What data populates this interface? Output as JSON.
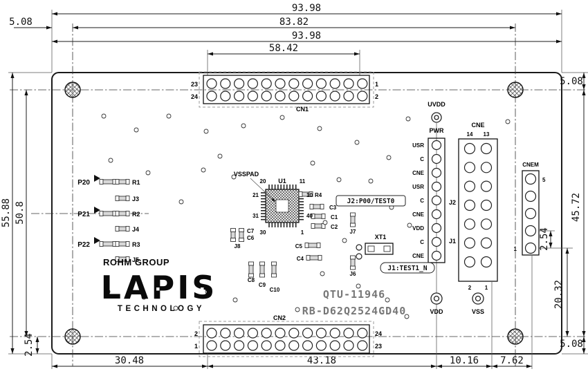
{
  "drawing": {
    "dims": {
      "top_full": "93.98",
      "top_holes": "83.82",
      "top_left_offset": "5.08",
      "top_full_2": "93.98",
      "cn1_span": "58.42",
      "left_board": "55.88",
      "left_holes": "50.8",
      "left_bottom": "2.54",
      "bottom_1": "30.48",
      "bottom_2": "43.18",
      "bottom_3": "10.16",
      "bottom_4": "7.62",
      "right_top": "5.08",
      "right_span": "45.72",
      "right_pitch": "2.54",
      "right_low": "20.32",
      "right_bottom": "5.08"
    },
    "cn1": {
      "label": "CN1",
      "pin_top_left": "23",
      "pin_bottom_left": "24",
      "pin_top_right": "1",
      "pin_bottom_right": "2"
    },
    "cn2": {
      "label": "CN2",
      "pin_top_left": "2",
      "pin_bottom_left": "1",
      "pin_top_right": "24",
      "pin_bottom_right": "23"
    },
    "jheader": {
      "uvdd": "UVDD",
      "pwr": "PWR",
      "j2": "J2",
      "j1": "J1",
      "pins": [
        "USR",
        "C",
        "CNE",
        "USR",
        "C",
        "CNE",
        "VDD",
        "C",
        "CNE"
      ],
      "j2_note": "J2:P00/TEST0",
      "j1_note": "J1:TEST1_N"
    },
    "cne": {
      "label": "CNE",
      "pin14": "14",
      "pin13": "13",
      "pin2": "2",
      "pin1": "1"
    },
    "cnem": {
      "label": "CNEM",
      "pin5": "5",
      "pin1": "1"
    },
    "power": {
      "vdd": "VDD",
      "vss": "VSS"
    },
    "chip": {
      "ref": "U1",
      "pad": "VSSPAD",
      "p20": "20",
      "p21": "21",
      "p11": "11",
      "p10": "10",
      "p31": "31",
      "p40": "40",
      "p30": "30",
      "p1": "1"
    },
    "parts": {
      "p20": "P20",
      "p21": "P21",
      "p22": "P22",
      "r1": "R1",
      "r2": "R2",
      "r3": "R3",
      "r4": "R4",
      "j3": "J3",
      "j4": "J4",
      "j5": "J5",
      "j6": "J6",
      "j7": "J7",
      "j8": "J8",
      "xt1": "XT1",
      "c1": "C1",
      "c2": "C2",
      "c3": "C3",
      "c4": "C4",
      "c5": "C5",
      "c6": "C6",
      "c7": "C7",
      "c8": "C8",
      "c9": "C9",
      "c10": "C10"
    },
    "branding": {
      "rohm": "ROHM GROUP",
      "lapis": "LAPIS",
      "tech": "TECHNOLOGY"
    },
    "board_id": {
      "line1": "QTU-11946",
      "line2": "RB-D62Q2524GD40"
    }
  }
}
